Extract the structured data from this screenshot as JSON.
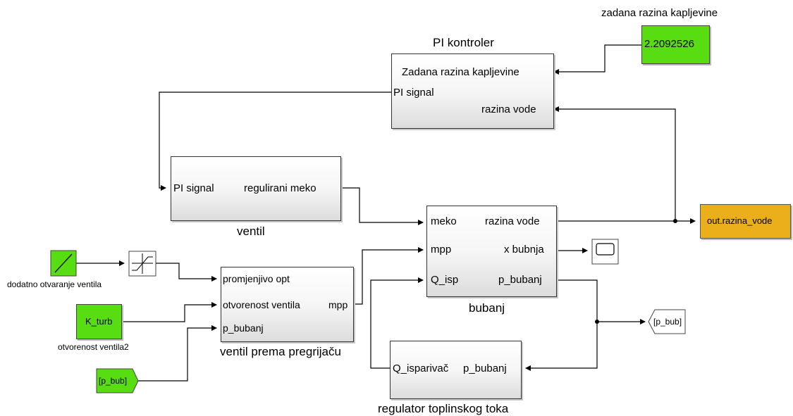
{
  "diagram": {
    "const_block": {
      "title": "zadana razina kapljevine",
      "value": "2.2092526"
    },
    "pi": {
      "title": "PI kontroler",
      "in1": "Zadana razina kapljevine",
      "in2": "razina vode",
      "out": "PI signal"
    },
    "ventil": {
      "title": "ventil",
      "in": "PI signal",
      "out": "regulirani meko"
    },
    "bubanj": {
      "title": "bubanj",
      "in1": "meko",
      "in2": "mpp",
      "in3": "Q_isp",
      "out1": "razina vode",
      "out2": "x bubnja",
      "out3": "p_bubanj"
    },
    "out_block": {
      "label": "out.razina_vode"
    },
    "ramp": {
      "label": "dodatno otvaranje ventila"
    },
    "kturb": {
      "value": "K_turb",
      "label": "otvorenost ventila2"
    },
    "goto_from": {
      "from_tag": "[p_bub]",
      "goto_tag": "[p_bub]"
    },
    "pregrijac": {
      "title": "ventil prema pregrijaču",
      "in1": "promjenjivo opt",
      "in2": "otvorenost ventila",
      "in3": "p_bubanj",
      "out": "mpp"
    },
    "regulator": {
      "title": "regulator toplinskog toka",
      "in": "p_bubanj",
      "out": "Q_isparivač"
    }
  }
}
